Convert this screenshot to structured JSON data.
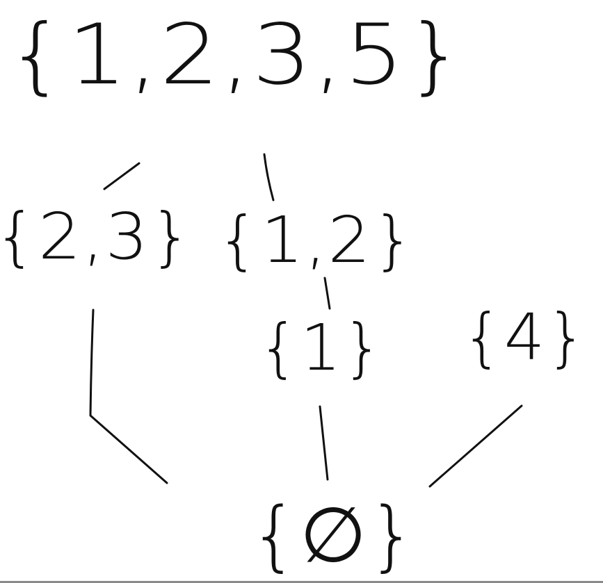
{
  "colors": {
    "background": "#ffffff",
    "ink": "#111111",
    "border": "#8a8a8a"
  },
  "nodes": {
    "root": {
      "label": "{1,2,3,5}"
    },
    "n23": {
      "label": "{2,3}"
    },
    "n12": {
      "label": "{1,2}"
    },
    "n1": {
      "label": "{1}"
    },
    "n4": {
      "label": "{4}"
    },
    "empty": {
      "label": "{∅}"
    }
  },
  "edges": [
    {
      "from": "root",
      "to": "n23"
    },
    {
      "from": "root",
      "to": "n12"
    },
    {
      "from": "n12",
      "to": "n1"
    },
    {
      "from": "n23",
      "to": "empty"
    },
    {
      "from": "n1",
      "to": "empty"
    },
    {
      "from": "n4",
      "to": "empty"
    }
  ]
}
